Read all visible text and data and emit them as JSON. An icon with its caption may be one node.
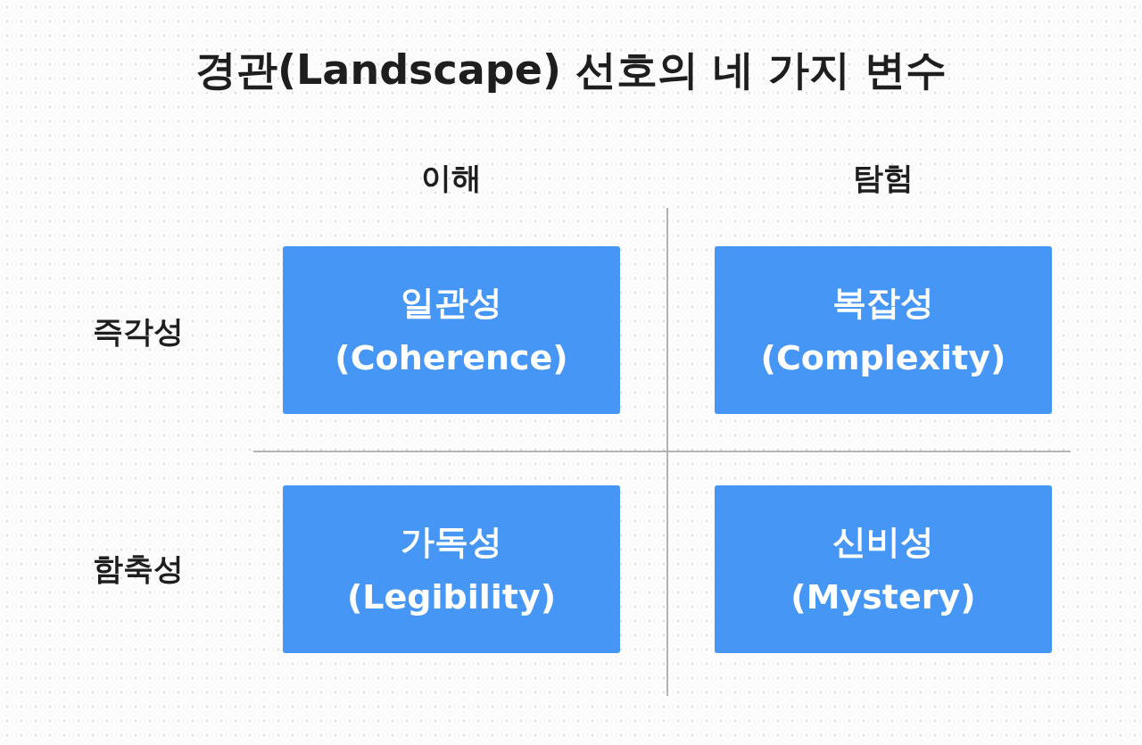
{
  "diagram": {
    "title": "경관(Landscape) 선호의 네 가지 변수",
    "nodes": [
      {
        "text": [
          "일관성 (Coherence)"
        ]
      },
      {
        "text": [
          "복잡성 (Complexity)"
        ]
      },
      {
        "text": [
          "가독성 (Legibility)"
        ]
      },
      {
        "text": [
          "신비성 (Mystery)"
        ]
      }
    ],
    "labels": [
      "이해",
      "탐험",
      "즉각성",
      "함축성"
    ]
  }
}
